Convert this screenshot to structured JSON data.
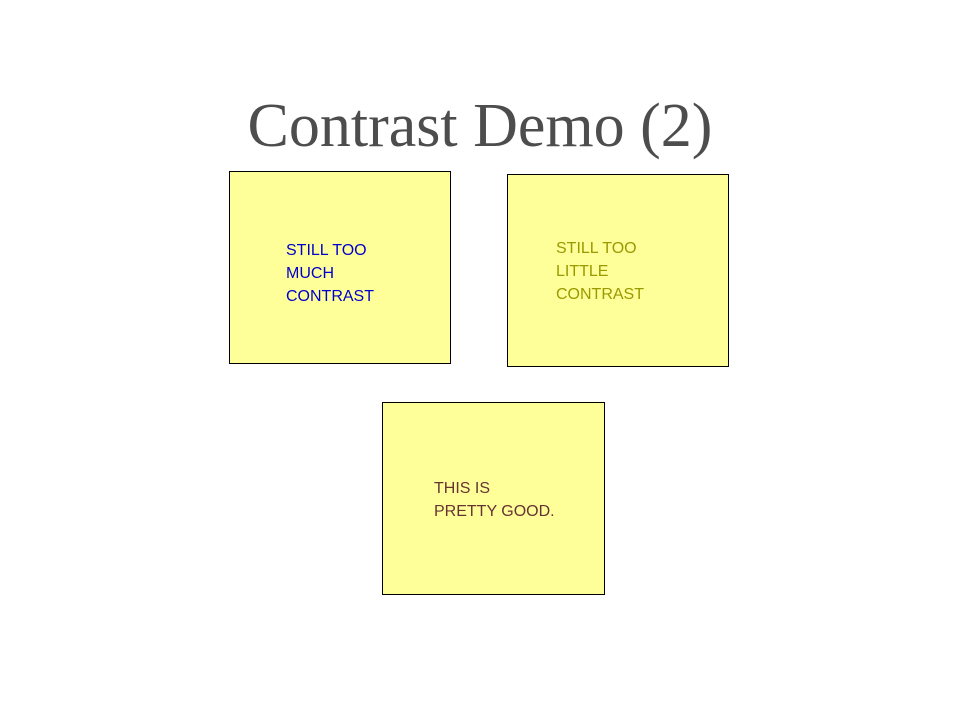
{
  "slide": {
    "title": "Contrast Demo (2)",
    "title_color": "#4d4d4d",
    "box_background": "#ffff99",
    "box_border": "#000000"
  },
  "boxes": [
    {
      "lines": [
        "STILL TOO",
        "MUCH",
        "CONTRAST"
      ],
      "text_color": "#0000cc"
    },
    {
      "lines": [
        "STILL TOO",
        "LITTLE",
        "CONTRAST"
      ],
      "text_color": "#999900"
    },
    {
      "lines": [
        "THIS IS",
        "PRETTY GOOD."
      ],
      "text_color": "#663333"
    }
  ]
}
